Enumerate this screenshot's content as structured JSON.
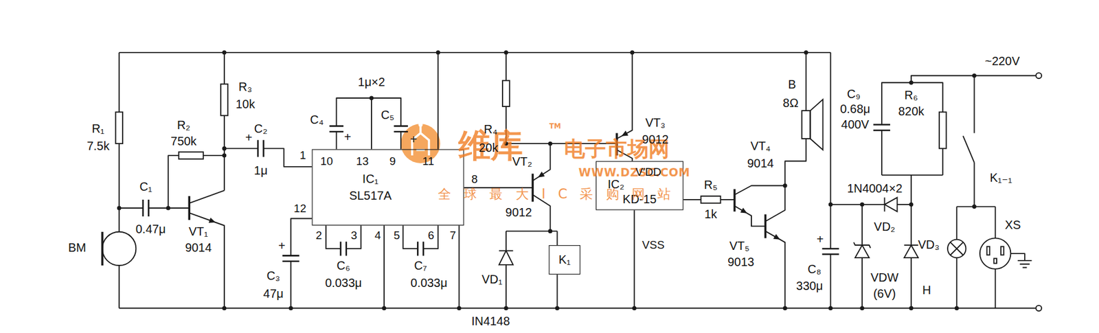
{
  "diagram": {
    "nodes": [
      {
        "text": [
          "IC₁",
          "SL517A"
        ]
      },
      {
        "text": [
          "IC₂",
          "KD-15"
        ]
      },
      {
        "text": [
          "K₁"
        ]
      }
    ],
    "labels": [
      "R₁",
      "7.5k",
      "R₂",
      "750k",
      "R₃",
      "10k",
      "C₂",
      "+",
      "1μ",
      "C₁",
      "0.47μ",
      "VT₁",
      "9014",
      "BM",
      "1μ×2",
      "C₄",
      "+",
      "10",
      "13",
      "C₅",
      "+",
      "9",
      "11",
      "1",
      "12",
      "2",
      "3",
      "4",
      "5",
      "6",
      "7",
      "C₆",
      "0.033μ",
      "C₇",
      "0.033μ",
      "C₃",
      "47μ",
      "+",
      "8",
      "R₄",
      "20k",
      "VT₂",
      "9012",
      "VD₁",
      "IN4148",
      "VT₃",
      "9012",
      "V′DD",
      "VSS",
      "R₅",
      "1k",
      "B",
      "8Ω",
      "VT₄",
      "9014",
      "VT₅",
      "9013",
      "C₈",
      "330μ",
      "+",
      "C₉",
      "0.68μ",
      "400V",
      "R₆",
      "820k",
      "~220V",
      "K₁₋₁",
      "1N4004×2",
      "VD₂",
      "VDW",
      "(6V)",
      "H",
      "VD₃",
      "XS",
      "维库",
      "TM",
      "电子市场网",
      "WWW.DZSC.COM",
      "全球最大IC采购网站"
    ]
  }
}
